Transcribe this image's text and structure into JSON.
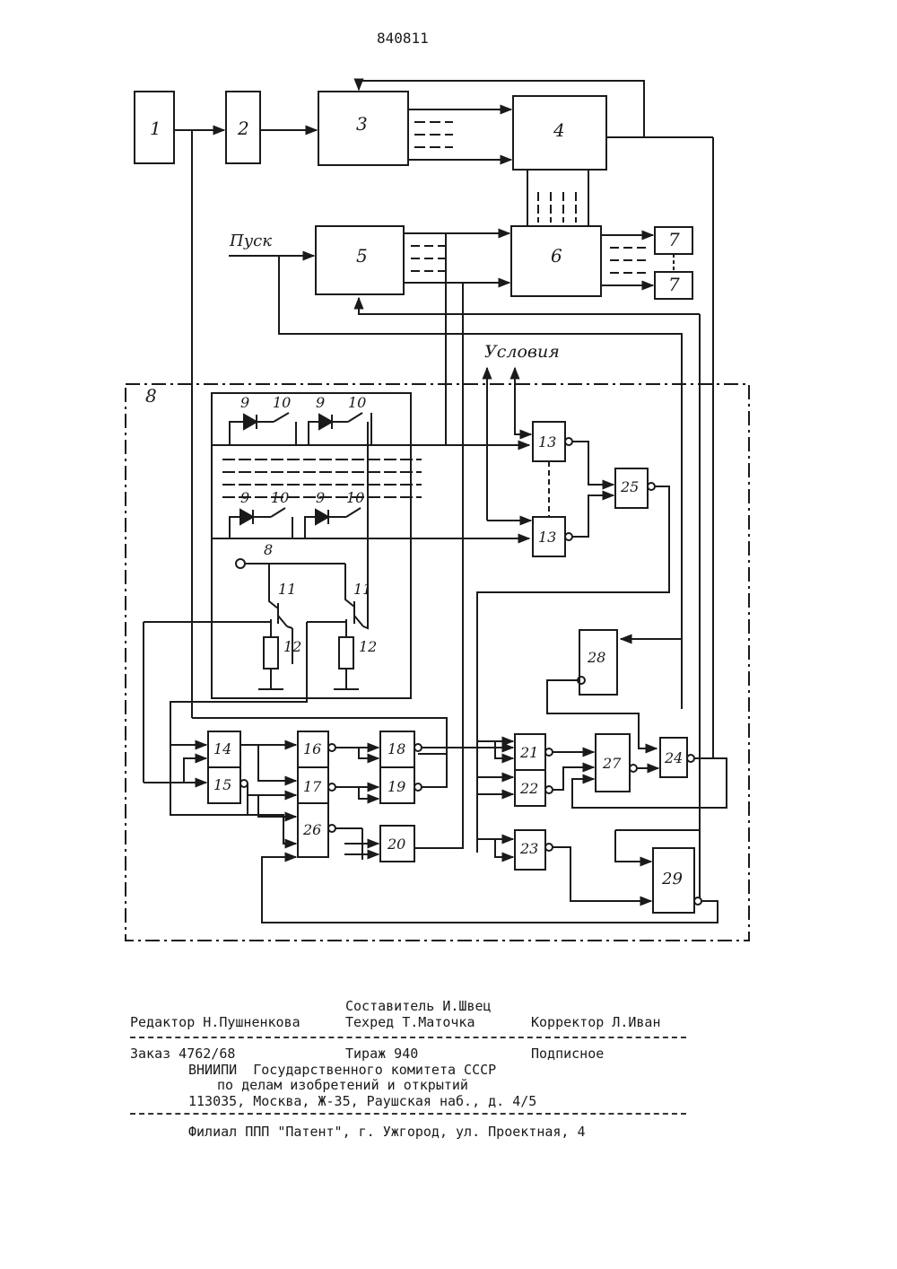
{
  "header": {
    "patent_number": "840811"
  },
  "diagram": {
    "blocks": [
      "1",
      "2",
      "3",
      "4",
      "5",
      "6",
      "7",
      "7",
      "8",
      "9",
      "10",
      "9",
      "10",
      "9",
      "10",
      "9",
      "10",
      "8",
      "11",
      "11",
      "12",
      "12",
      "13",
      "13",
      "25",
      "28",
      "14",
      "15",
      "16",
      "17",
      "26",
      "18",
      "19",
      "20",
      "21",
      "22",
      "23",
      "27",
      "24",
      "29"
    ],
    "labels": {
      "start": "Пуск",
      "conditions": "Условия"
    }
  },
  "footer": {
    "line1": "Составитель И.Швец",
    "line2_editor": "Редактор Н.Пушненкова",
    "line2_techred": "Техред Т.Маточка",
    "line2_corrector": "Корректор Л.Иван",
    "order": "Заказ 4762/68",
    "circulation": "Тираж 940",
    "subscription": "Подписное",
    "org1": "ВНИИПИ  Государственного комитета СССР",
    "org2": "по делам изобретений и открытий",
    "address": "113035, Москва, Ж-35, Раушская наб., д. 4/5",
    "branch": "Филиал ППП \"Патент\", г. Ужгород, ул. Проектная, 4"
  }
}
